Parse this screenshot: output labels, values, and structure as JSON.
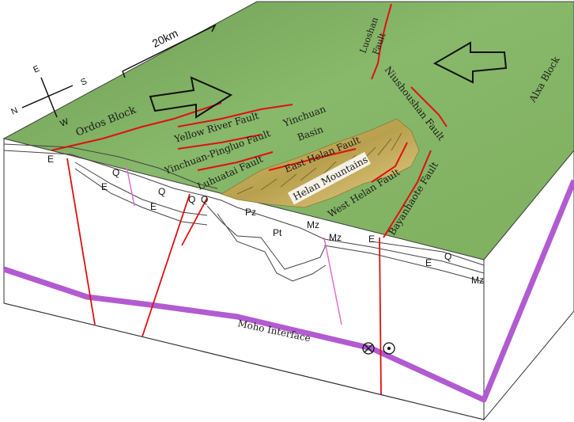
{
  "scale_bar": {
    "label": "20km"
  },
  "compass": {
    "n": "N",
    "s": "S",
    "e": "E",
    "w": "W"
  },
  "blocks": {
    "ordos": "Ordos Block",
    "alxa": "Alxa Block"
  },
  "faults": {
    "luoshan_1": "Luoshan",
    "luoshan_2": "Fault",
    "niushoushan": "Niushoushan Fault",
    "yellow_river": "Yellow River Fault",
    "yinchuan_pingluo": "Yinchuan-Pingluo Fault",
    "luhuatai": "Luhuatai Fault",
    "east_helan": "East Helan Fault",
    "west_helan": "West Helan Fault",
    "bayanhaote": "Bayanhaote Fault"
  },
  "basin": {
    "line1": "Yinchuan",
    "line2": "Basin"
  },
  "mountains": "Helan Mountains",
  "strata": {
    "E": "E",
    "Q": "Q",
    "Pz": "Pz",
    "Pt": "Pt",
    "Mz": "Mz"
  },
  "moho": "Moho Interface",
  "colors": {
    "terrain": "#7fb060",
    "fault": "#e01010",
    "pink_fault": "#e070d0",
    "moho": "#b25bd1"
  }
}
